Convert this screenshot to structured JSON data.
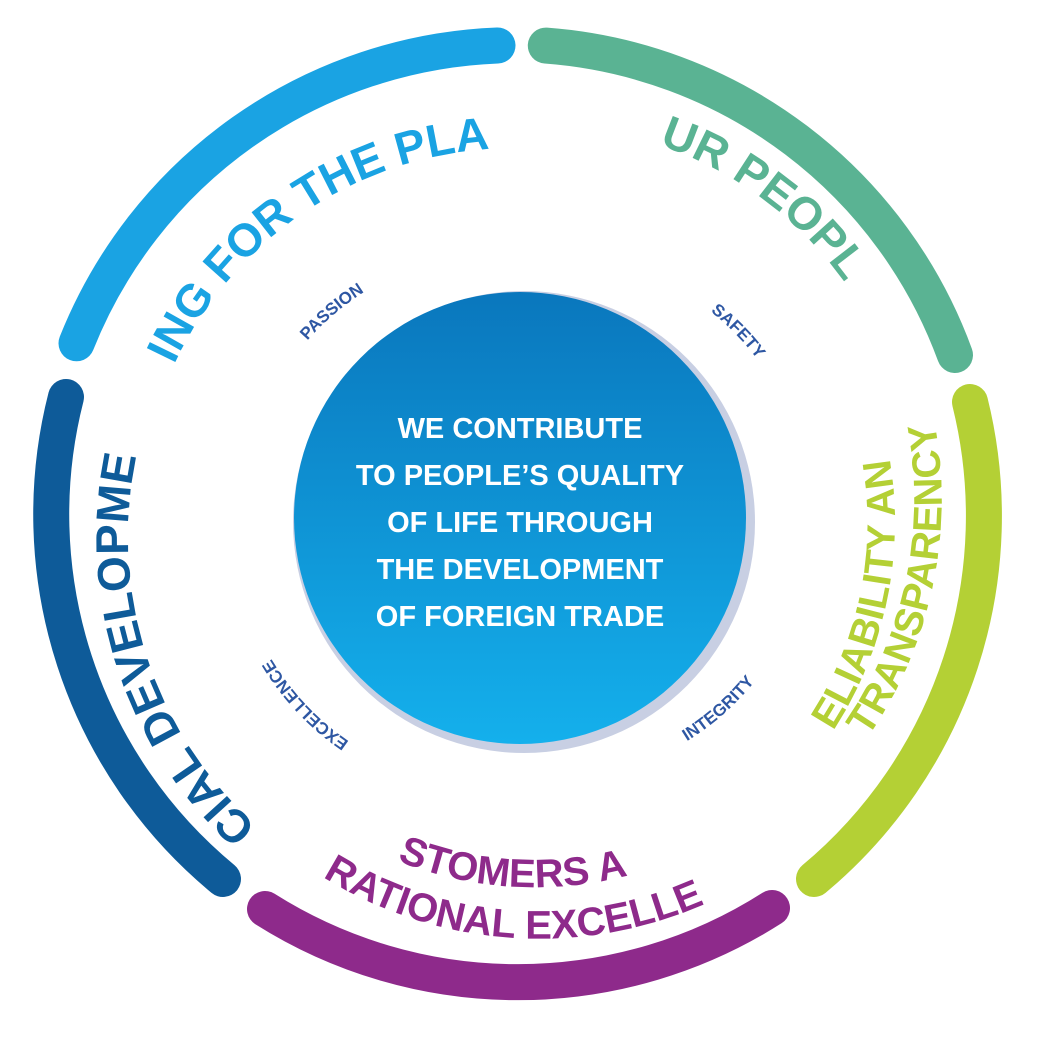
{
  "colors": {
    "planet": "#1aa3e3",
    "people": "#5ab393",
    "reliability": "#b4d035",
    "customers": "#8e2a8b",
    "social": "#0e5b99",
    "values": "#2e57a3",
    "center_top": "#0a77bd",
    "center_bottom": "#14b0ec"
  },
  "segments": {
    "planet": "CARING FOR THE PLANET",
    "people": "OUR PEOPLE",
    "reliability_line1": "RELIABILITY AND",
    "reliability_line2": "TRANSPARENCY",
    "customers_line1": "CUSTOMERS AND",
    "customers_line2": "OPERATIONAL EXCELLENCE",
    "social": "SOCIAL DEVELOPMENT"
  },
  "values": {
    "passion": "PASSION",
    "safety": "SAFETY",
    "excellence": "EXCELLENCE",
    "integrity": "INTEGRITY"
  },
  "mission": {
    "line1": "WE CONTRIBUTE",
    "line2": "TO PEOPLE’S QUALITY",
    "line3": "OF LIFE THROUGH",
    "line4": "THE DEVELOPMENT",
    "line5": "OF FOREIGN TRADE"
  }
}
